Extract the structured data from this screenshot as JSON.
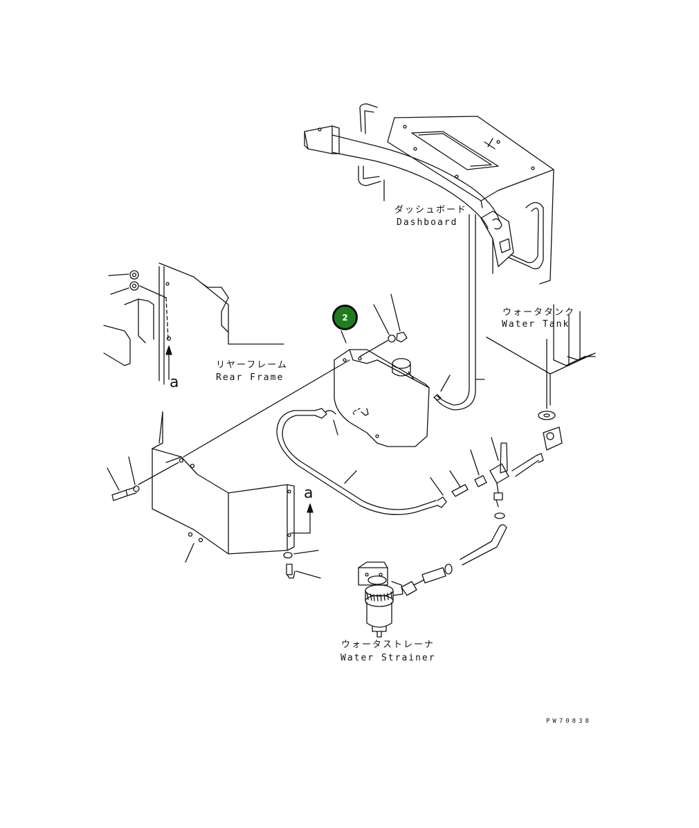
{
  "callout": {
    "number": "2",
    "color": "#1e7e1e"
  },
  "labels": {
    "dashboard_jp": "ダッシュボード",
    "dashboard_en": "Dashboard",
    "water_tank_jp": "ウォータタンク",
    "water_tank_en": "Water Tank",
    "rear_frame_jp": "リヤーフレーム",
    "rear_frame_en": "Rear Frame",
    "water_strainer_jp": "ウォータストレーナ",
    "water_strainer_en": "Water Strainer",
    "view_a_top": "a",
    "view_a_bottom": "a"
  },
  "document_number": "PW70838"
}
